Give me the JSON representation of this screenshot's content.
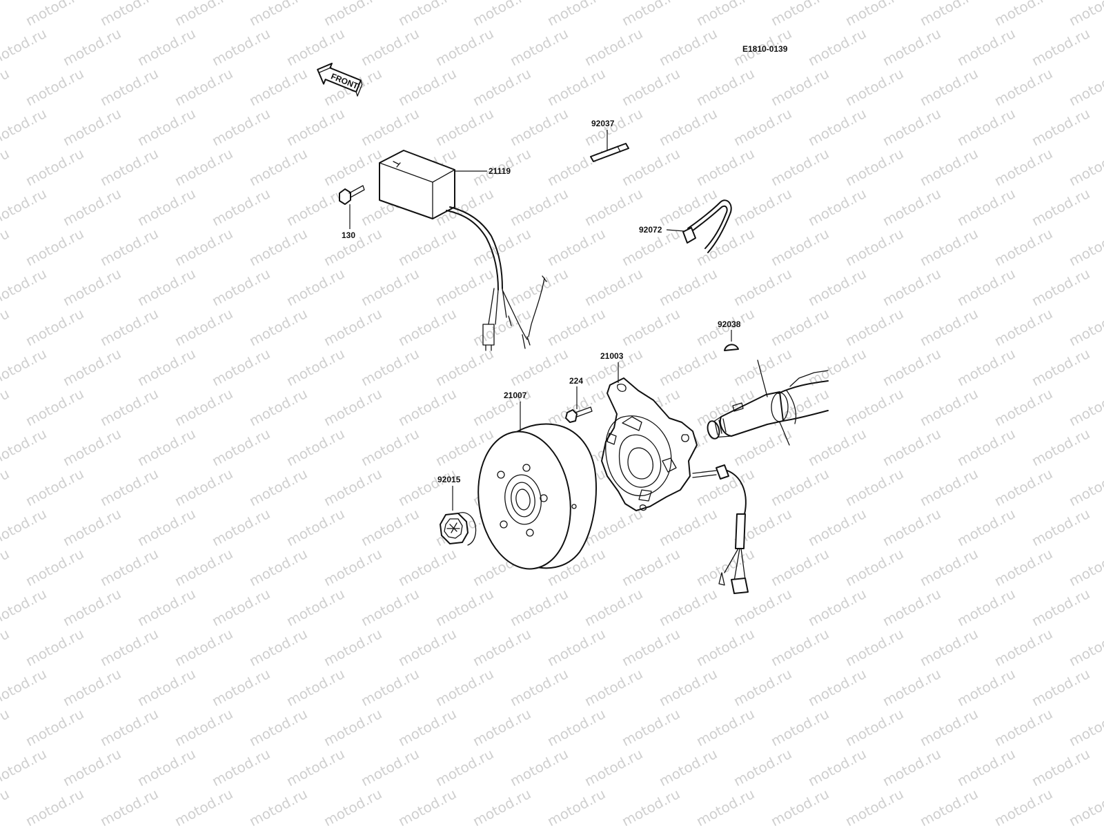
{
  "diagram_code": "E1810-0139",
  "watermark": "motod.ru",
  "front_arrow": "FRONT",
  "parts": {
    "cdi_unit": "21119",
    "bolt": "130",
    "key": "92037",
    "clamp": "92072",
    "woodruff_key": "92038",
    "stator": "21003",
    "screw": "224",
    "flywheel": "21007",
    "nut": "92015"
  }
}
